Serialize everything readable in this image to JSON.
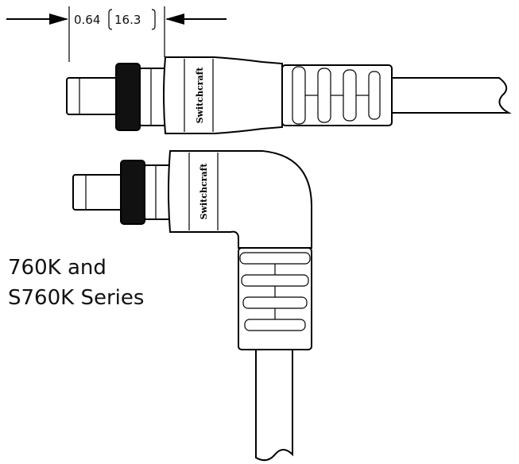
{
  "dimension": {
    "inches": "0.64",
    "millimeters": "16.3"
  },
  "brand": {
    "straight_label": "Switchcraft",
    "right_angle_label": "Switchcraft"
  },
  "caption": {
    "line1": "760K and",
    "line2": "S760K Series"
  }
}
